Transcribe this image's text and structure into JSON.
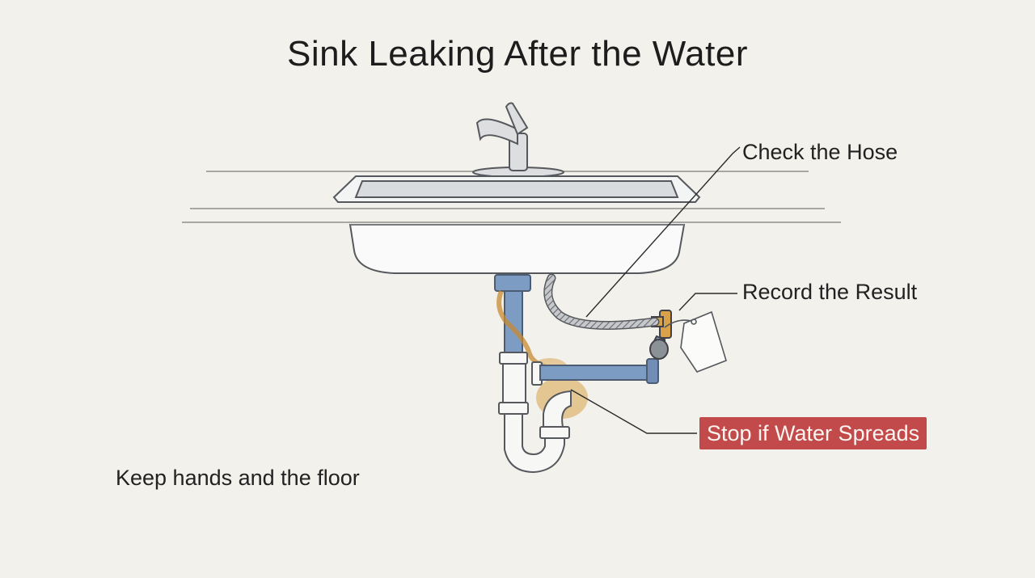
{
  "title": "Sink Leaking After the Water",
  "labels": {
    "check_hose": "Check the Hose",
    "record_result": "Record the Result",
    "stop_spreads": "Stop if Water Spreads",
    "note": "Keep hands and the floor"
  },
  "colors": {
    "background": "#f2f1ec",
    "stop_badge": "#c24a4a",
    "supply_pipe": "#7d9cc4",
    "leak_stain": "#d9a24a",
    "drain_pipe": "#f7f7f5"
  }
}
